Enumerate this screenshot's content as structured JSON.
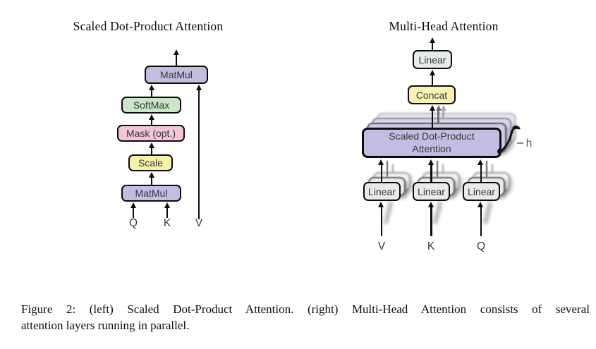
{
  "left": {
    "title": "Scaled Dot-Product Attention",
    "boxes": {
      "matmul_top": "MatMul",
      "softmax": "SoftMax",
      "mask": "Mask (opt.)",
      "scale": "Scale",
      "matmul_bottom": "MatMul"
    },
    "inputs": {
      "q": "Q",
      "k": "K",
      "v": "V"
    }
  },
  "right": {
    "title": "Multi-Head Attention",
    "boxes": {
      "linear_top": "Linear",
      "concat": "Concat",
      "attention_line1": "Scaled Dot-Product",
      "attention_line2": "Attention",
      "linear_v": "Linear",
      "linear_k": "Linear",
      "linear_q": "Linear"
    },
    "heads_label": "h",
    "inputs": {
      "v": "V",
      "k": "K",
      "q": "Q"
    }
  },
  "caption": {
    "line1": "Figure 2: (left) Scaled Dot-Product Attention.  (right) Multi-Head Attention consists of several",
    "line2": "attention layers running in parallel."
  },
  "colors": {
    "purple_box": "#c5bce1",
    "green_box": "#c9e6c8",
    "pink_box": "#f4c5d8",
    "yellow_box": "#f7f1aa",
    "concat_yellow": "#f9f3b1",
    "linear_gray": "#e8ece8",
    "border": "#0c0c0c",
    "label_text": "#363636"
  }
}
